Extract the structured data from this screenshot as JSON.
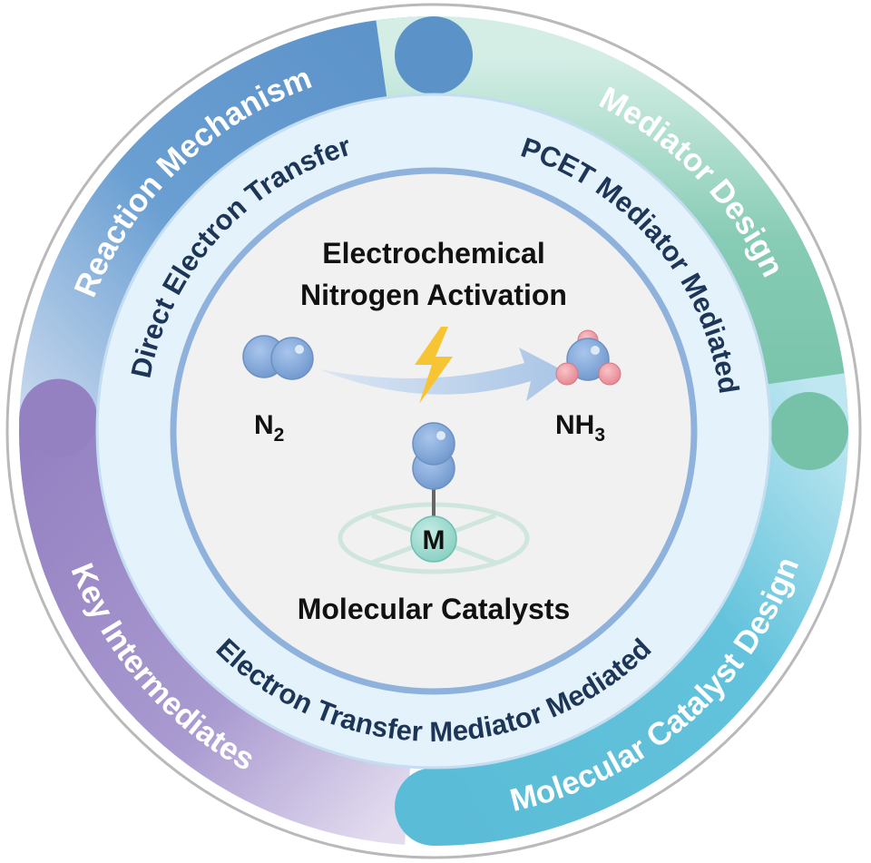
{
  "outer_ring": {
    "reaction_mechanism": "Reaction Mechanism",
    "mediator_design": "Mediator Design",
    "molecular_catalyst_design": "Molecular Catalyst Design",
    "key_intermediates": "Key Intermediates"
  },
  "inner_ring": {
    "direct_electron_transfer": "Direct Electron Transfer",
    "pcet_mediator_mediated": "PCET Mediator Mediated",
    "electron_transfer_mediator_mediated": "Electron Transfer Mediator Mediated"
  },
  "center": {
    "title_line1": "Electrochemical",
    "title_line2": "Nitrogen Activation",
    "reactant": "N",
    "reactant_sub": "2",
    "product": "NH",
    "product_sub": "3",
    "metal": "M",
    "caption": "Molecular Catalysts"
  },
  "colors": {
    "blue": "#5e97cd",
    "teal": "#7fc8b0",
    "cyan": "#5fc0da",
    "purple": "#9b8bc6",
    "navy": "#1d3557"
  }
}
